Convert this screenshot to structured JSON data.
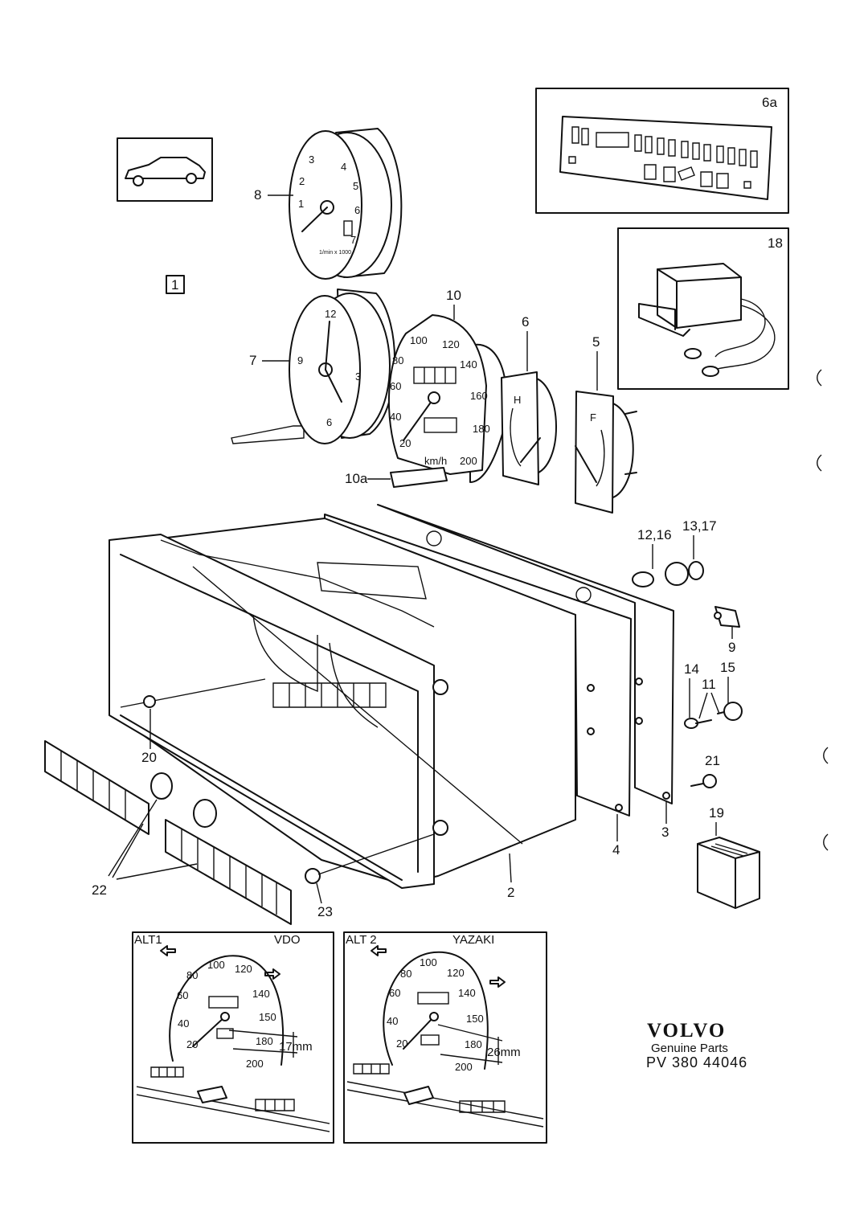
{
  "callouts": {
    "c1": "1",
    "c2": "2",
    "c3": "3",
    "c4": "4",
    "c5": "5",
    "c6": "6",
    "c6a": "6a",
    "c7": "7",
    "c8": "8",
    "c9": "9",
    "c10": "10",
    "c10a": "10a",
    "c11": "11",
    "c12_16": "12,16",
    "c13_17": "13,17",
    "c14": "14",
    "c15": "15",
    "c18": "18",
    "c19": "19",
    "c20": "20",
    "c21": "21",
    "c22": "22",
    "c23": "23"
  },
  "tachometer": {
    "ticks": [
      "1",
      "2",
      "3",
      "4",
      "5",
      "6",
      "7"
    ],
    "unit": "1/min x 1000"
  },
  "clock": {
    "numerals": [
      "12",
      "3",
      "6",
      "9"
    ]
  },
  "speedometer": {
    "ticks": [
      "20",
      "40",
      "60",
      "80",
      "100",
      "120",
      "140",
      "160",
      "180",
      "200"
    ],
    "unit": "km/h"
  },
  "temp_gauge": {
    "letter": "H"
  },
  "fuel_gauge": {
    "letter": "F"
  },
  "alt1": {
    "label": "ALT1",
    "maker": "VDO",
    "measure": "17mm",
    "ticks": [
      "20",
      "40",
      "60",
      "80",
      "100",
      "120",
      "140",
      "150",
      "180",
      "200"
    ]
  },
  "alt2": {
    "label": "ALT 2",
    "maker": "YAZAKI",
    "measure": "26mm",
    "ticks": [
      "20",
      "40",
      "60",
      "80",
      "100",
      "120",
      "140",
      "150",
      "180",
      "200"
    ]
  },
  "footer": {
    "brand": "VOLVO",
    "tagline": "Genuine Parts",
    "part_number": "PV 380 44046"
  }
}
